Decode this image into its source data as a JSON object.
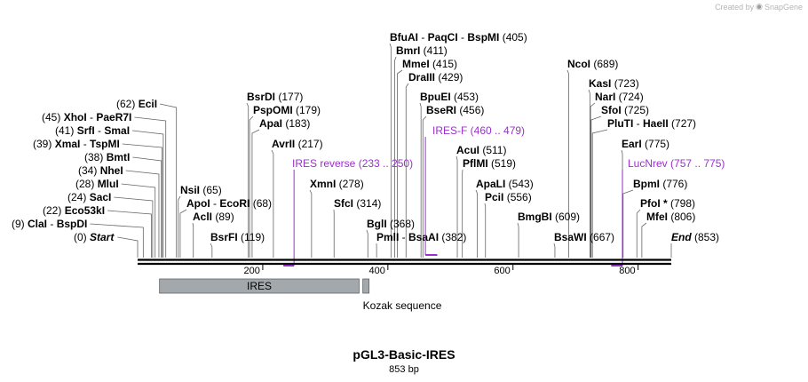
{
  "credit": {
    "text": "Created by",
    "brand": "SnapGene",
    "icon": "snapgene-logo-icon"
  },
  "plasmid": {
    "name": "pGL3-Basic-IRES",
    "length_label": "853 bp",
    "length": 853
  },
  "colors": {
    "backbone": "#000000",
    "primer": "#9b30d0",
    "feature_fill": "#a3a8ad",
    "feature_stroke": "#5c6166",
    "label": "#000000"
  },
  "ruler": {
    "ticks": [
      "200",
      "400",
      "600",
      "800"
    ]
  },
  "sites": [
    {
      "names": [
        "Start"
      ],
      "pos": "(0)",
      "side": "left",
      "italic": true,
      "bp": 0
    },
    {
      "names": [
        "ClaI",
        "BspDI"
      ],
      "pos": "(9)",
      "side": "left",
      "bp": 9
    },
    {
      "names": [
        "Eco53kI"
      ],
      "pos": "(22)",
      "side": "left",
      "bp": 22
    },
    {
      "names": [
        "SacI"
      ],
      "pos": "(24)",
      "side": "left",
      "bp": 24
    },
    {
      "names": [
        "MluI"
      ],
      "pos": "(28)",
      "side": "left",
      "bp": 28
    },
    {
      "names": [
        "NheI"
      ],
      "pos": "(34)",
      "side": "left",
      "bp": 34
    },
    {
      "names": [
        "BmtI"
      ],
      "pos": "(38)",
      "side": "left",
      "bp": 38
    },
    {
      "names": [
        "XmaI",
        "TspMI"
      ],
      "pos": "(39)",
      "side": "left",
      "bp": 39
    },
    {
      "names": [
        "SrfI",
        "SmaI"
      ],
      "pos": "(41)",
      "side": "left",
      "bp": 41
    },
    {
      "names": [
        "XhoI",
        "PaeR7I"
      ],
      "pos": "(45)",
      "side": "left",
      "bp": 45
    },
    {
      "names": [
        "EciI"
      ],
      "pos": "(62)",
      "side": "left",
      "bp": 62
    },
    {
      "names": [
        "NsiI"
      ],
      "pos": "(65)",
      "side": "right",
      "bp": 65
    },
    {
      "names": [
        "ApoI",
        "EcoRI"
      ],
      "pos": "(68)",
      "side": "right",
      "bp": 68
    },
    {
      "names": [
        "AclI"
      ],
      "pos": "(89)",
      "side": "right",
      "bp": 89
    },
    {
      "names": [
        "BsrFI"
      ],
      "pos": "(119)",
      "side": "right",
      "bp": 119
    },
    {
      "names": [
        "BsrDI"
      ],
      "pos": "(177)",
      "side": "right",
      "bp": 177
    },
    {
      "names": [
        "PspOMI"
      ],
      "pos": "(179)",
      "side": "right",
      "bp": 179
    },
    {
      "names": [
        "ApaI"
      ],
      "pos": "(183)",
      "side": "right",
      "bp": 183
    },
    {
      "names": [
        "AvrII"
      ],
      "pos": "(217)",
      "side": "right",
      "bp": 217
    },
    {
      "names": [
        "XmnI"
      ],
      "pos": "(278)",
      "side": "right",
      "bp": 278
    },
    {
      "names": [
        "SfcI"
      ],
      "pos": "(314)",
      "side": "right",
      "bp": 314
    },
    {
      "names": [
        "BglI"
      ],
      "pos": "(368)",
      "side": "right",
      "bp": 368
    },
    {
      "names": [
        "PmlI",
        "BsaAI"
      ],
      "pos": "(382)",
      "side": "right",
      "bp": 382
    },
    {
      "names": [
        "BfuAI",
        "PaqCI",
        "BspMI"
      ],
      "pos": "(405)",
      "side": "right",
      "bp": 405
    },
    {
      "names": [
        "BmrI"
      ],
      "pos": "(411)",
      "side": "right",
      "bp": 411
    },
    {
      "names": [
        "MmeI"
      ],
      "pos": "(415)",
      "side": "right",
      "bp": 415
    },
    {
      "names": [
        "DraIII"
      ],
      "pos": "(429)",
      "side": "right",
      "bp": 429
    },
    {
      "names": [
        "BpuEI"
      ],
      "pos": "(453)",
      "side": "right",
      "bp": 453
    },
    {
      "names": [
        "BseRI"
      ],
      "pos": "(456)",
      "side": "right",
      "bp": 456
    },
    {
      "names": [
        "AcuI"
      ],
      "pos": "(511)",
      "side": "right",
      "bp": 511
    },
    {
      "names": [
        "PflMI"
      ],
      "pos": "(519)",
      "side": "right",
      "bp": 519
    },
    {
      "names": [
        "ApaLI"
      ],
      "pos": "(543)",
      "side": "right",
      "bp": 543
    },
    {
      "names": [
        "PciI"
      ],
      "pos": "(556)",
      "side": "right",
      "bp": 556
    },
    {
      "names": [
        "BmgBI"
      ],
      "pos": "(609)",
      "side": "right",
      "bp": 609
    },
    {
      "names": [
        "BsaWI"
      ],
      "pos": "(667)",
      "side": "right",
      "bp": 667
    },
    {
      "names": [
        "NcoI"
      ],
      "pos": "(689)",
      "side": "right",
      "bp": 689
    },
    {
      "names": [
        "KasI"
      ],
      "pos": "(723)",
      "side": "right",
      "bp": 723
    },
    {
      "names": [
        "NarI"
      ],
      "pos": "(724)",
      "side": "right",
      "bp": 724
    },
    {
      "names": [
        "SfoI"
      ],
      "pos": "(725)",
      "side": "right",
      "bp": 725
    },
    {
      "names": [
        "PluTI",
        "HaeII"
      ],
      "pos": "(727)",
      "side": "right",
      "bp": 727
    },
    {
      "names": [
        "EarI"
      ],
      "pos": "(775)",
      "side": "right",
      "bp": 775
    },
    {
      "names": [
        "BpmI"
      ],
      "pos": "(776)",
      "side": "right",
      "bp": 776
    },
    {
      "names": [
        "PfoI *"
      ],
      "pos": "(798)",
      "side": "right",
      "bp": 798
    },
    {
      "names": [
        "MfeI"
      ],
      "pos": "(806)",
      "side": "right",
      "bp": 806
    },
    {
      "names": [
        "End"
      ],
      "pos": "(853)",
      "side": "right",
      "italic": true,
      "bp": 853
    }
  ],
  "primers": [
    {
      "name": "IRES reverse",
      "range": "(233 .. 250)",
      "start": 233,
      "end": 250,
      "strand": "bottom"
    },
    {
      "name": "IRES-F",
      "range": "(460 .. 479)",
      "start": 460,
      "end": 479,
      "strand": "top"
    },
    {
      "name": "LucNrev",
      "range": "(757 .. 775)",
      "start": 757,
      "end": 775,
      "strand": "bottom"
    }
  ],
  "features": [
    {
      "name": "IRES",
      "start": 35,
      "end": 354
    },
    {
      "name": "Kozak sequence",
      "start": 360,
      "end": 365
    }
  ]
}
